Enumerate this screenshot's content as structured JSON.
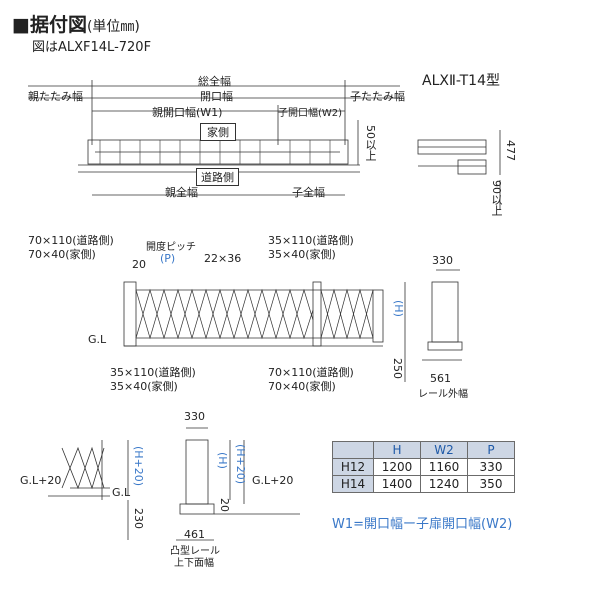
{
  "header": {
    "title": "■据付図",
    "unit": "(単位㎜)",
    "subtitle": "図はALXF14L-720F",
    "model": "ALXⅡ-T14型"
  },
  "plan_view": {
    "total_width": "総全幅",
    "parent_fold": "親たたみ幅",
    "child_fold": "子たたみ幅",
    "opening": "開口幅",
    "parent_opening": "親開口幅(W1)",
    "child_opening": "子開口幅(W2)",
    "house_side": "家側",
    "road_side": "道路側",
    "parent_total": "親全幅",
    "child_total": "子全幅",
    "min_50": "50以上"
  },
  "side_view_small": {
    "dim_477": "477",
    "min_90": "90以上"
  },
  "front_view": {
    "post_left_road": "70×110(道路側)",
    "post_left_house": "70×40(家側)",
    "dim_20": "20",
    "pitch_label": "開度ピッチ",
    "pitch_p": "(P)",
    "dim_22x36": "22×36",
    "post_mid_road": "35×110(道路側)",
    "post_mid_house": "35×40(家側)",
    "gl": "G.L",
    "h_label": "(H)",
    "dim_250": "250",
    "bottom_left_road": "35×110(道路側)",
    "bottom_left_house": "35×40(家側)",
    "bottom_right_road": "70×110(道路側)",
    "bottom_right_house": "70×40(家側)"
  },
  "section_right": {
    "dim_330": "330",
    "dim_561": "561",
    "rail_outer": "レール外幅"
  },
  "lower_detail": {
    "gl_plus20_left": "G.L+20",
    "gl_left": "G.L",
    "h_plus20": "(H+20)",
    "dim_230": "230",
    "dim_330": "330",
    "h_label": "(H)",
    "h_plus20_b": "(H+20)",
    "dim_20": "20",
    "gl_plus20_right": "G.L+20",
    "dim_461": "461",
    "rail_label": "凸型レール",
    "rail_label2": "上下面幅"
  },
  "spec_table": {
    "headers": [
      "",
      "H",
      "W2",
      "P"
    ],
    "rows": [
      [
        "H12",
        "1200",
        "1160",
        "330"
      ],
      [
        "H14",
        "1400",
        "1240",
        "350"
      ]
    ]
  },
  "formula": "W1=開口幅ー子扉開口幅(W2)",
  "colors": {
    "accent_blue": "#3a78c8",
    "table_header": "#cdd6e4"
  }
}
